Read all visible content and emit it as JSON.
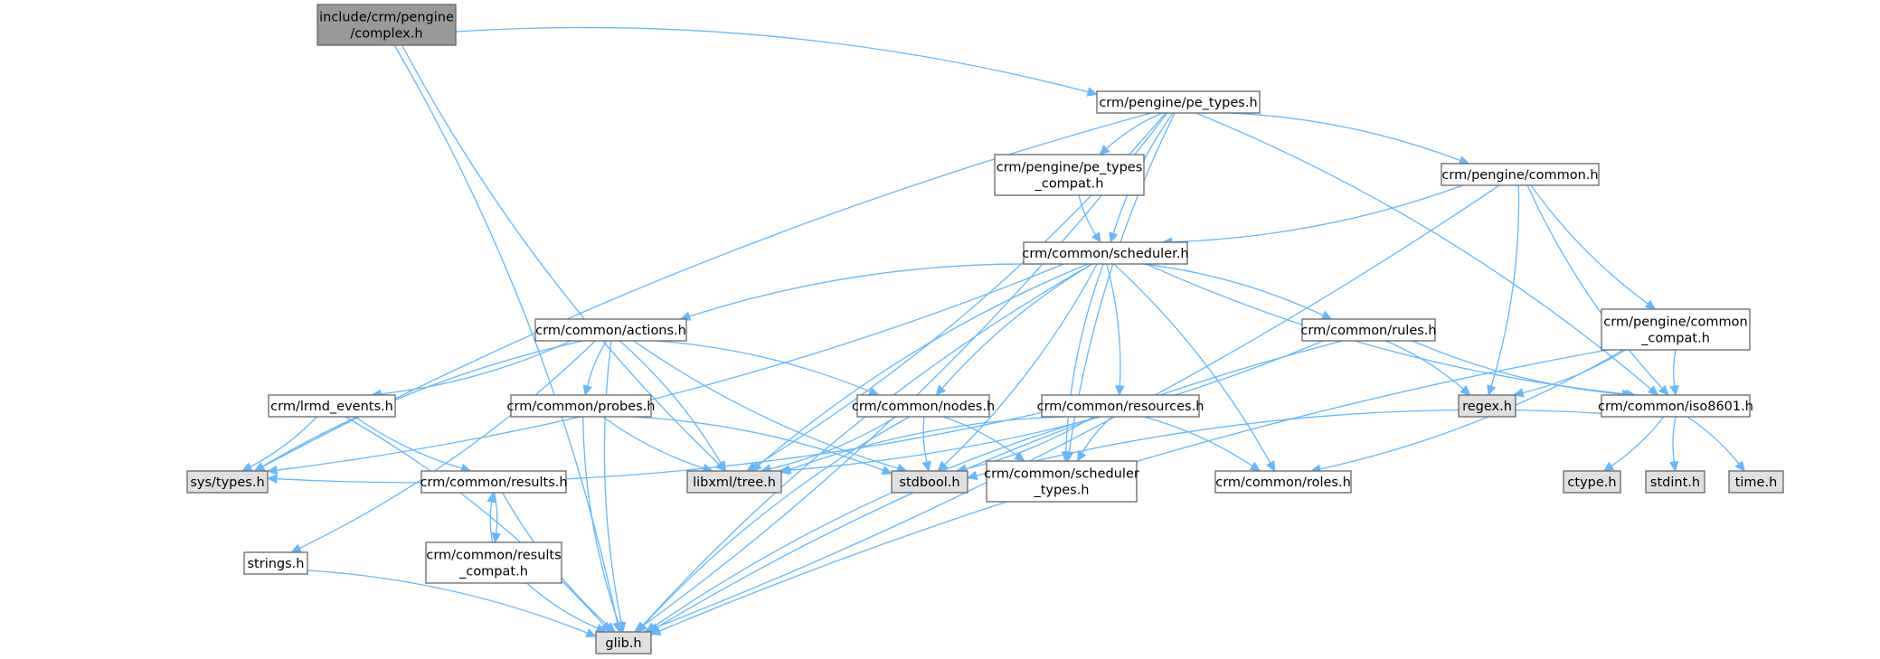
{
  "colors": {
    "edge": "#63b8ff",
    "node_border": "#666666",
    "node_fill": "#ffffff",
    "root_fill": "#999999",
    "system_fill": "#e0e0e0"
  },
  "nodes": {
    "complex_h": {
      "lines": [
        "include/crm/pengine",
        "/complex.h"
      ],
      "kind": "root"
    },
    "pe_types_h": {
      "lines": [
        "crm/pengine/pe_types.h"
      ],
      "kind": "normal"
    },
    "pe_types_compat_h": {
      "lines": [
        "crm/pengine/pe_types",
        "_compat.h"
      ],
      "kind": "normal"
    },
    "pengine_common_h": {
      "lines": [
        "crm/pengine/common.h"
      ],
      "kind": "normal"
    },
    "scheduler_h": {
      "lines": [
        "crm/common/scheduler.h"
      ],
      "kind": "normal"
    },
    "actions_h": {
      "lines": [
        "crm/common/actions.h"
      ],
      "kind": "normal"
    },
    "rules_h": {
      "lines": [
        "crm/common/rules.h"
      ],
      "kind": "normal"
    },
    "pengine_common_compat_h": {
      "lines": [
        "crm/pengine/common",
        "_compat.h"
      ],
      "kind": "normal"
    },
    "lrmd_events_h": {
      "lines": [
        "crm/lrmd_events.h"
      ],
      "kind": "normal"
    },
    "probes_h": {
      "lines": [
        "crm/common/probes.h"
      ],
      "kind": "normal"
    },
    "nodes_h": {
      "lines": [
        "crm/common/nodes.h"
      ],
      "kind": "normal"
    },
    "resources_h": {
      "lines": [
        "crm/common/resources.h"
      ],
      "kind": "normal"
    },
    "regex_h": {
      "lines": [
        "regex.h"
      ],
      "kind": "system"
    },
    "iso8601_h": {
      "lines": [
        "crm/common/iso8601.h"
      ],
      "kind": "normal"
    },
    "sys_types_h": {
      "lines": [
        "sys/types.h"
      ],
      "kind": "system"
    },
    "results_h": {
      "lines": [
        "crm/common/results.h"
      ],
      "kind": "normal"
    },
    "libxml_tree_h": {
      "lines": [
        "libxml/tree.h"
      ],
      "kind": "system"
    },
    "stdbool_h": {
      "lines": [
        "stdbool.h"
      ],
      "kind": "system"
    },
    "scheduler_types_h": {
      "lines": [
        "crm/common/scheduler",
        "_types.h"
      ],
      "kind": "normal"
    },
    "roles_h": {
      "lines": [
        "crm/common/roles.h"
      ],
      "kind": "normal"
    },
    "ctype_h": {
      "lines": [
        "ctype.h"
      ],
      "kind": "system"
    },
    "stdint_h": {
      "lines": [
        "stdint.h"
      ],
      "kind": "system"
    },
    "time_h": {
      "lines": [
        "time.h"
      ],
      "kind": "system"
    },
    "strings_h": {
      "lines": [
        "strings.h"
      ],
      "kind": "normal"
    },
    "results_compat_h": {
      "lines": [
        "crm/common/results",
        "_compat.h"
      ],
      "kind": "normal"
    },
    "glib_h": {
      "lines": [
        "glib.h"
      ],
      "kind": "system"
    }
  },
  "edges": [
    [
      "complex_h",
      "pe_types_h"
    ],
    [
      "complex_h",
      "libxml_tree_h"
    ],
    [
      "complex_h",
      "glib_h"
    ],
    [
      "pe_types_h",
      "pe_types_compat_h"
    ],
    [
      "pe_types_h",
      "pengine_common_h"
    ],
    [
      "pe_types_h",
      "scheduler_h"
    ],
    [
      "pe_types_h",
      "iso8601_h"
    ],
    [
      "pe_types_h",
      "sys_types_h"
    ],
    [
      "pe_types_h",
      "libxml_tree_h"
    ],
    [
      "pe_types_h",
      "scheduler_types_h"
    ],
    [
      "pe_types_h",
      "glib_h"
    ],
    [
      "pe_types_compat_h",
      "scheduler_h"
    ],
    [
      "pengine_common_h",
      "scheduler_h"
    ],
    [
      "pengine_common_h",
      "pengine_common_compat_h"
    ],
    [
      "pengine_common_h",
      "regex_h"
    ],
    [
      "pengine_common_h",
      "iso8601_h"
    ],
    [
      "pengine_common_h",
      "glib_h"
    ],
    [
      "scheduler_h",
      "actions_h"
    ],
    [
      "scheduler_h",
      "rules_h"
    ],
    [
      "scheduler_h",
      "nodes_h"
    ],
    [
      "scheduler_h",
      "resources_h"
    ],
    [
      "scheduler_h",
      "iso8601_h"
    ],
    [
      "scheduler_h",
      "sys_types_h"
    ],
    [
      "scheduler_h",
      "libxml_tree_h"
    ],
    [
      "scheduler_h",
      "stdbool_h"
    ],
    [
      "scheduler_h",
      "scheduler_types_h"
    ],
    [
      "scheduler_h",
      "roles_h"
    ],
    [
      "scheduler_h",
      "glib_h"
    ],
    [
      "actions_h",
      "lrmd_events_h"
    ],
    [
      "actions_h",
      "probes_h"
    ],
    [
      "actions_h",
      "nodes_h"
    ],
    [
      "actions_h",
      "sys_types_h"
    ],
    [
      "actions_h",
      "libxml_tree_h"
    ],
    [
      "actions_h",
      "stdbool_h"
    ],
    [
      "actions_h",
      "strings_h"
    ],
    [
      "actions_h",
      "glib_h"
    ],
    [
      "rules_h",
      "regex_h"
    ],
    [
      "rules_h",
      "iso8601_h"
    ],
    [
      "rules_h",
      "libxml_tree_h"
    ],
    [
      "rules_h",
      "glib_h"
    ],
    [
      "pengine_common_compat_h",
      "regex_h"
    ],
    [
      "pengine_common_compat_h",
      "iso8601_h"
    ],
    [
      "pengine_common_compat_h",
      "roles_h"
    ],
    [
      "pengine_common_compat_h",
      "glib_h"
    ],
    [
      "lrmd_events_h",
      "sys_types_h"
    ],
    [
      "lrmd_events_h",
      "results_h"
    ],
    [
      "lrmd_events_h",
      "glib_h"
    ],
    [
      "probes_h",
      "libxml_tree_h"
    ],
    [
      "probes_h",
      "stdbool_h"
    ],
    [
      "probes_h",
      "glib_h"
    ],
    [
      "nodes_h",
      "libxml_tree_h"
    ],
    [
      "nodes_h",
      "stdbool_h"
    ],
    [
      "nodes_h",
      "scheduler_types_h"
    ],
    [
      "nodes_h",
      "glib_h"
    ],
    [
      "resources_h",
      "sys_types_h"
    ],
    [
      "resources_h",
      "libxml_tree_h"
    ],
    [
      "resources_h",
      "stdbool_h"
    ],
    [
      "resources_h",
      "scheduler_types_h"
    ],
    [
      "resources_h",
      "roles_h"
    ],
    [
      "resources_h",
      "glib_h"
    ],
    [
      "iso8601_h",
      "ctype_h"
    ],
    [
      "iso8601_h",
      "stdint_h"
    ],
    [
      "iso8601_h",
      "time_h"
    ],
    [
      "iso8601_h",
      "stdbool_h"
    ],
    [
      "results_h",
      "results_compat_h"
    ],
    [
      "results_h",
      "glib_h"
    ],
    [
      "results_compat_h",
      "results_h"
    ],
    [
      "results_compat_h",
      "glib_h"
    ],
    [
      "strings_h",
      "glib_h"
    ]
  ]
}
